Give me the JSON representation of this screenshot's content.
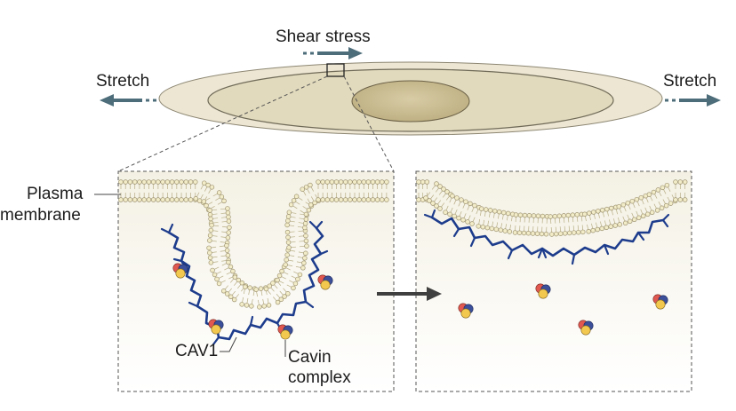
{
  "labels": {
    "shear_stress": "Shear stress",
    "stretch_left": "Stretch",
    "stretch_right": "Stretch",
    "plasma_line1": "Plasma",
    "plasma_line2": "membrane",
    "cav1": "CAV1",
    "cavin_line1": "Cavin",
    "cavin_line2": "complex"
  },
  "colors": {
    "arrow": "#4d6d7a",
    "cell_outer": "#ece6d2",
    "cell_inner": "#e2dabd",
    "nucleus": "#c6b88c",
    "panel_bg": "#f8f6ee",
    "lipid_head": "#f3ecc8",
    "cav1_chain": "#1d3c8c",
    "cavin_red": "#e0584f",
    "cavin_yellow": "#f3c84e",
    "cavin_blue": "#3b4f9a"
  }
}
